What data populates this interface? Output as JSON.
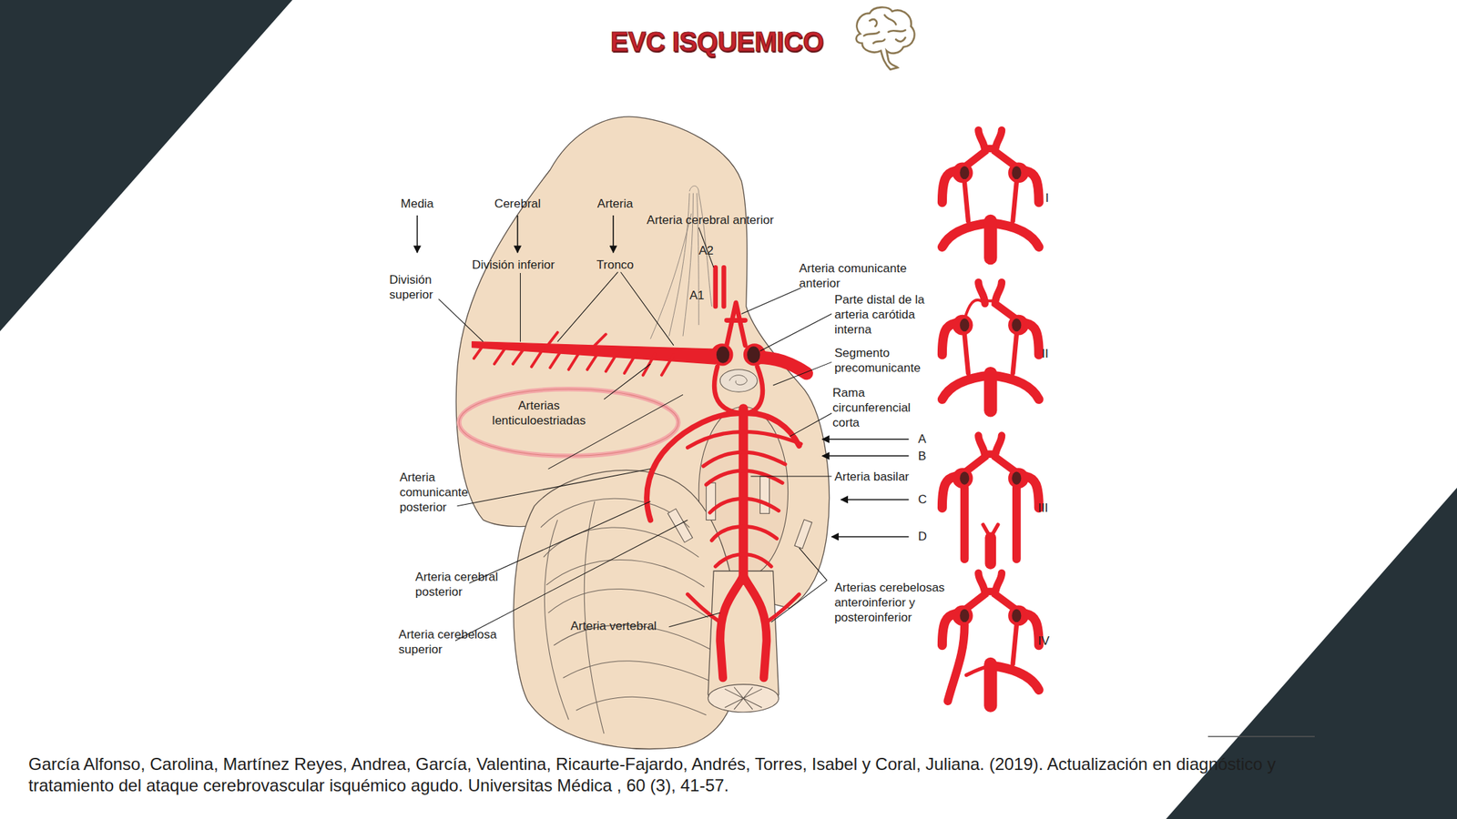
{
  "diagram": {
    "title": "EVC ISQUEMICO",
    "caption": "García Alfonso, Carolina, Martínez Reyes, Andrea, García, Valentina, Ricaurte-Fajardo, Andrés, Torres, Isabel y Coral, Juliana. (2019). Actualización en diagnóstico y tratamiento del ataque cerebrovascular isquémico agudo. Universitas Médica , 60 (3), 41-57.",
    "labels": [
      "Media",
      "Cerebral",
      "Arteria",
      "Arteria cerebral anterior",
      "División superior",
      "División inferior",
      "Tronco",
      "A2",
      "Arteria comunicante anterior",
      "A1",
      "Parte distal de la arteria carótida interna",
      "Segmento precomunicante",
      "Rama circunferencial corta",
      "Arterias lenticuloestriadas",
      "A",
      "B",
      "Arteria basilar",
      "Arteria comunicante posterior",
      "C",
      "D",
      "Arteria cerebral posterior",
      "Arterias cerebelosas anteroinferior y posteroinferior",
      "Arteria vertebral",
      "Arteria cerebelosa superior",
      "I",
      "II",
      "III",
      "IV"
    ]
  }
}
